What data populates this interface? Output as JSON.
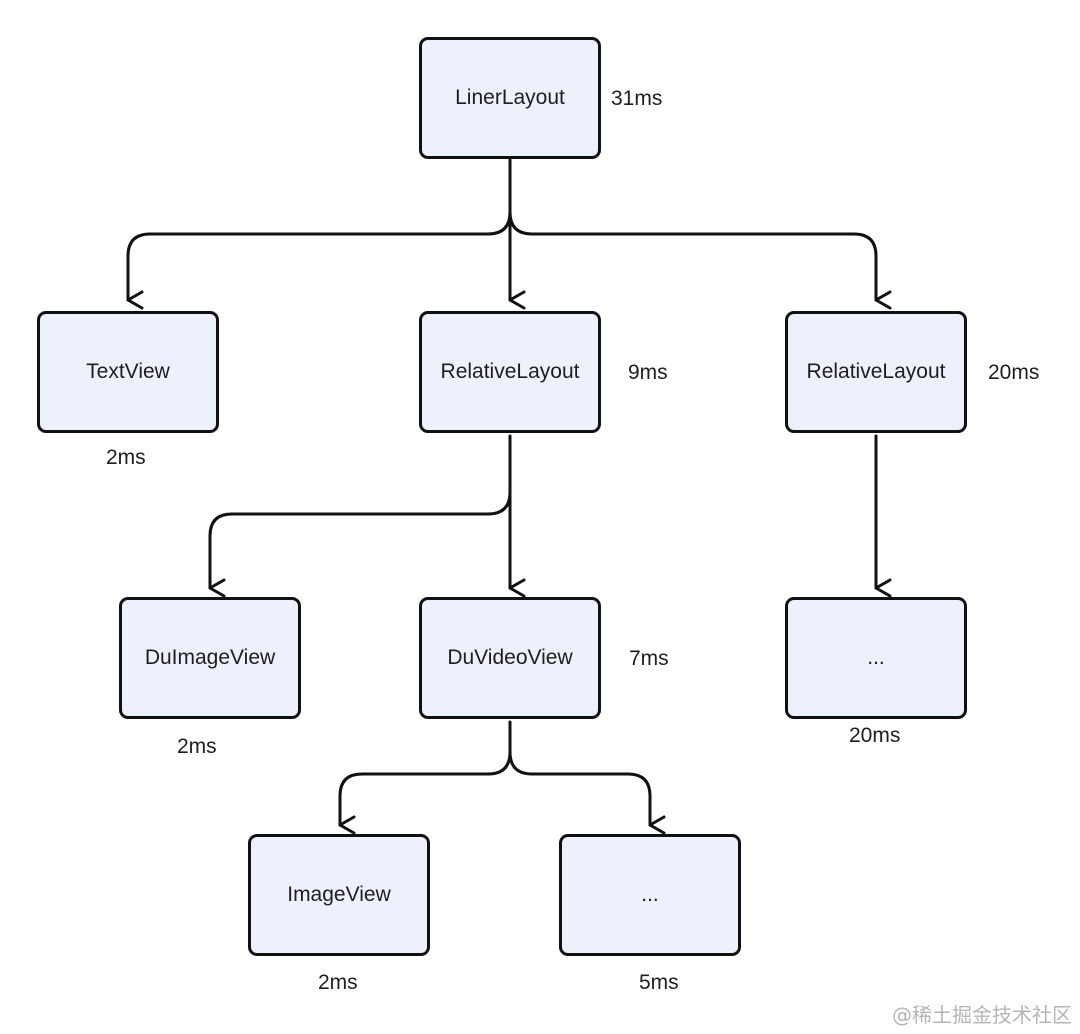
{
  "nodes": {
    "root": {
      "label": "LinerLayout",
      "time": "31ms"
    },
    "textview": {
      "label": "TextView",
      "time": "2ms"
    },
    "relative1": {
      "label": "RelativeLayout",
      "time": "9ms"
    },
    "relative2": {
      "label": "RelativeLayout",
      "time": "20ms"
    },
    "duimageview": {
      "label": "DuImageView",
      "time": "2ms"
    },
    "duvideoview": {
      "label": "DuVideoView",
      "time": "7ms"
    },
    "ellipsis_right": {
      "label": "...",
      "time": "20ms"
    },
    "imageview": {
      "label": "ImageView",
      "time": "2ms"
    },
    "ellipsis_bottom": {
      "label": "...",
      "time": "5ms"
    }
  },
  "watermark": "@稀土掘金技术社区"
}
